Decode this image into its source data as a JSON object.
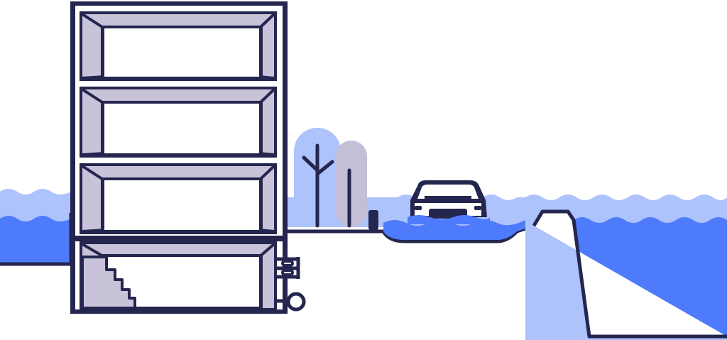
{
  "colors": {
    "outline": "#24264f",
    "wall_fill": "#c9c3da",
    "room_fill": "#ffffff",
    "floodwater_light": "#aec2fb",
    "floodwater_dark": "#4d7bfb",
    "tree_light": "#aec2fb",
    "tree_muted": "#c3bfd6",
    "background": "#ffffff"
  },
  "icons": {
    "building": "building-icon",
    "tree": "tree-icon",
    "car": "car-icon",
    "pipes": "pipe-icon",
    "stairs": "stairs-icon",
    "waves": "wave-icon"
  },
  "scene": {
    "building_storeys_above_ground": 3,
    "basement_levels": 1,
    "trees": 2,
    "vehicles": 1
  }
}
